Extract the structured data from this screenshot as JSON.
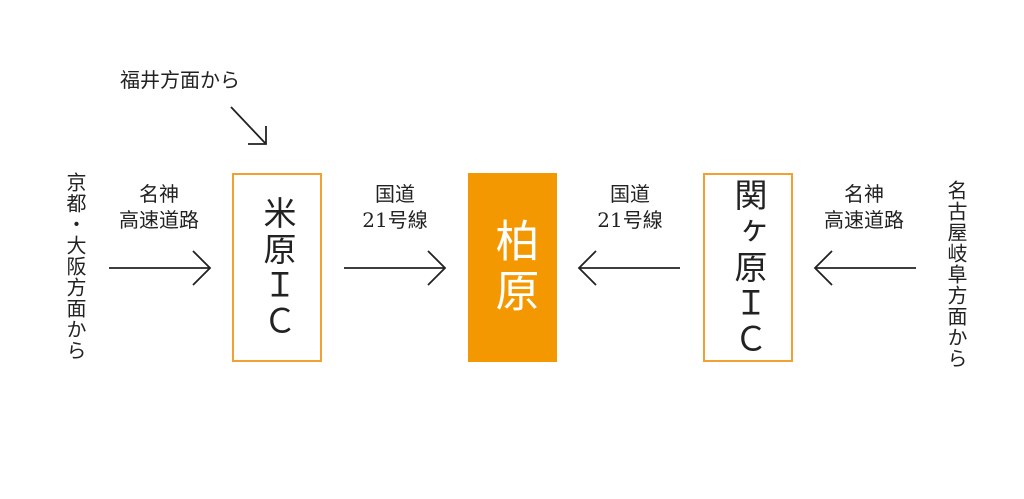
{
  "diagram": {
    "colors": {
      "accent": "#f39800",
      "box_border": "#f3a033",
      "line": "#222222",
      "background": "#ffffff"
    },
    "from_fukui": "福井方面から",
    "from_kyoto_osaka": "京都・大阪方面から",
    "from_nagoya_gifu": "名古屋岐阜方面から",
    "meishin_left": [
      "名神",
      "高速道路"
    ],
    "meishin_right": [
      "名神",
      "高速道路"
    ],
    "route21_left": [
      "国道",
      "21号線"
    ],
    "route21_right": [
      "国道",
      "21号線"
    ],
    "maibara_ic": "米原ＩＣ",
    "sekigahara_ic": "関ヶ原ＩＣ",
    "destination": "柏原"
  }
}
